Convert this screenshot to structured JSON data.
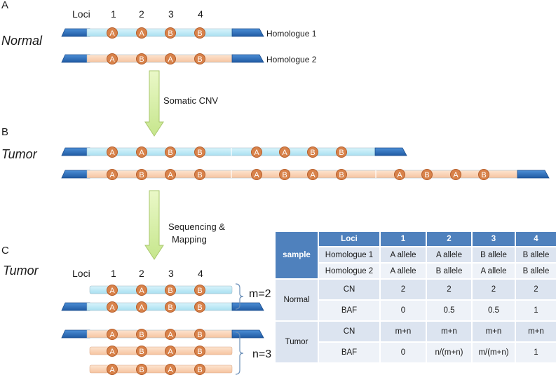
{
  "panels": {
    "a": {
      "letter": "A",
      "label": "Normal"
    },
    "b": {
      "letter": "B",
      "label": "Tumor"
    },
    "c": {
      "letter": "C",
      "label": "Tumor"
    }
  },
  "loci_header": {
    "label": "Loci",
    "numbers": [
      "1",
      "2",
      "3",
      "4"
    ]
  },
  "homologues": [
    "Homologue 1",
    "Homologue 2"
  ],
  "arrows": {
    "first": "Somatic CNV",
    "second_line1": "Sequencing &",
    "second_line2": "Mapping"
  },
  "brackets": {
    "m": "m=2",
    "n": "n=3"
  },
  "colors": {
    "homologue1": "#bfe9f7",
    "homologue2": "#fbd5b8",
    "allele": "#d8824a",
    "chromosome_end": "#2f6db3",
    "table_header": "#4f81bd",
    "arrow": "#d6f0a6"
  },
  "allele_patterns": {
    "homologue1": [
      "A",
      "A",
      "B",
      "B"
    ],
    "homologue2": [
      "A",
      "B",
      "A",
      "B"
    ]
  },
  "table": {
    "header": [
      "Loci",
      "1",
      "2",
      "3",
      "4"
    ],
    "sample_label": "sample",
    "rows": {
      "h1": {
        "label": "Homologue 1",
        "values": [
          "A allele",
          "A allele",
          "B allele",
          "B allele"
        ]
      },
      "h2": {
        "label": "Homologue 2",
        "values": [
          "A allele",
          "B allele",
          "A allele",
          "B allele"
        ]
      },
      "normal_group": "Normal",
      "normal_cn": {
        "label": "CN",
        "values": [
          "2",
          "2",
          "2",
          "2"
        ]
      },
      "normal_baf": {
        "label": "BAF",
        "values": [
          "0",
          "0.5",
          "0.5",
          "1"
        ]
      },
      "tumor_group": "Tumor",
      "tumor_cn": {
        "label": "CN",
        "values": [
          "m+n",
          "m+n",
          "m+n",
          "m+n"
        ]
      },
      "tumor_baf": {
        "label": "BAF",
        "values": [
          "0",
          "n/(m+n)",
          "m/(m+n)",
          "1"
        ]
      }
    }
  }
}
